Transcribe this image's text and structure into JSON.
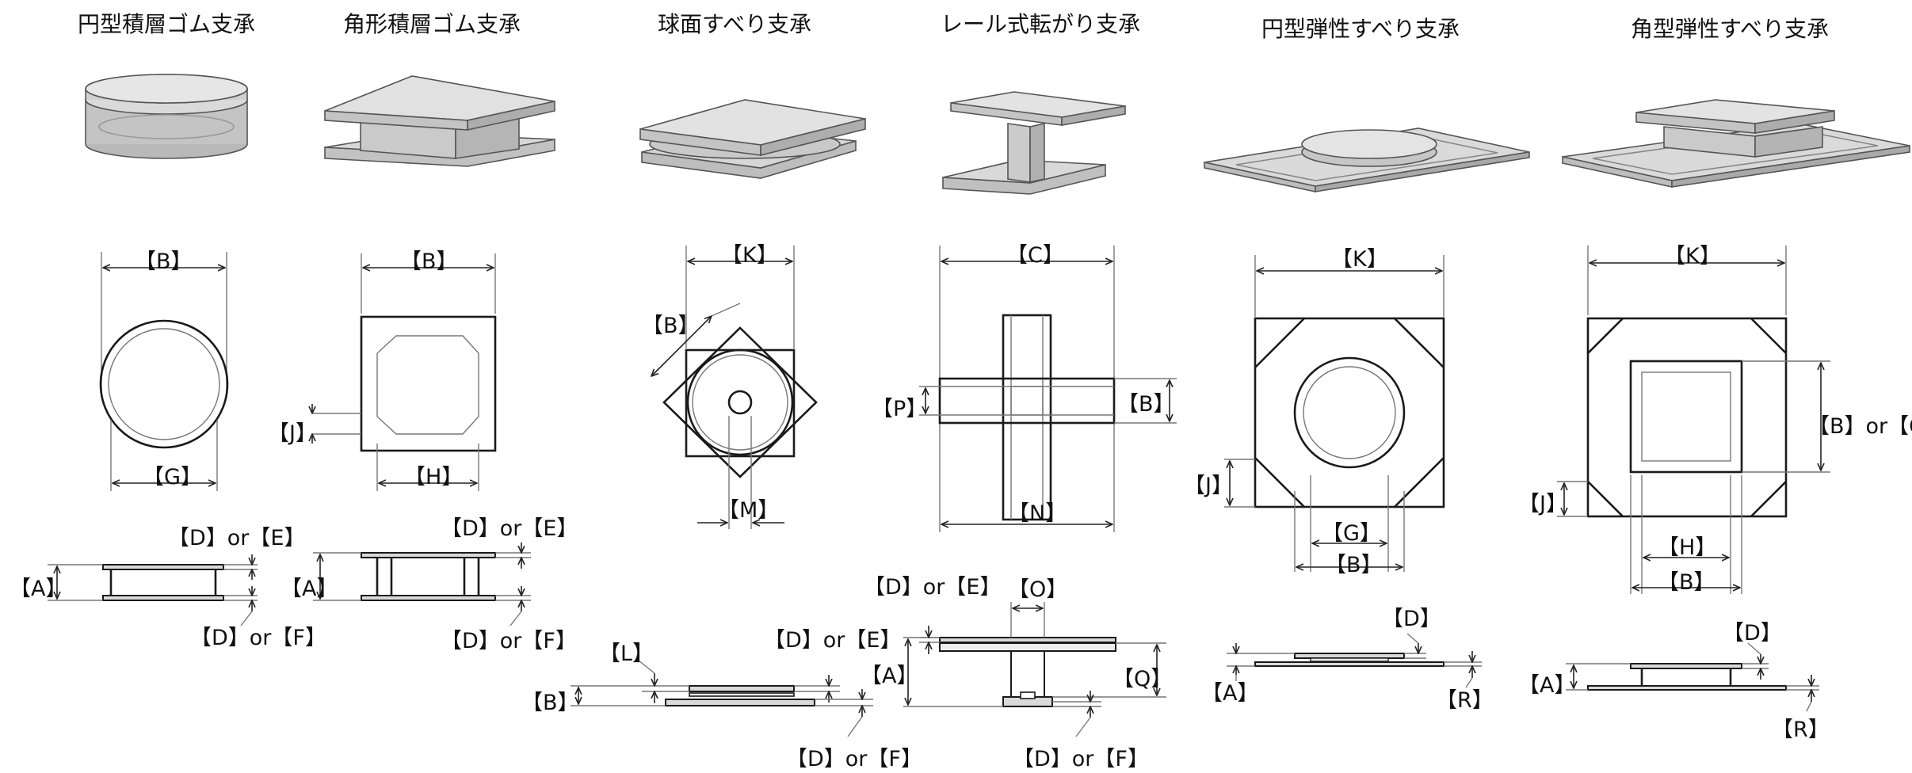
{
  "titles": [
    "円型積層ゴム支承",
    "角形積層ゴム支承",
    "球面すべり支承",
    "レール式転がり支承",
    "円型弾性すべり支承",
    "角型弾性すべり支承"
  ],
  "labels": {
    "A": "【A】",
    "B": "【B】",
    "C": "【C】",
    "G": "【G】",
    "H": "【H】",
    "J": "【J】",
    "K": "【K】",
    "L": "【L】",
    "M": "【M】",
    "N": "【N】",
    "O": "【O】",
    "P": "【P】",
    "Q": "【Q】",
    "R": "【R】",
    "DorE": "【D】or【E】",
    "DorF": "【D】or【F】",
    "D": "【D】",
    "BorC": "【B】or【C】"
  },
  "colors": {
    "line": "#1a1a1a",
    "fill": "#d9d9d9",
    "fill_dark": "#bcbcbc",
    "fill_light": "#ececec"
  }
}
